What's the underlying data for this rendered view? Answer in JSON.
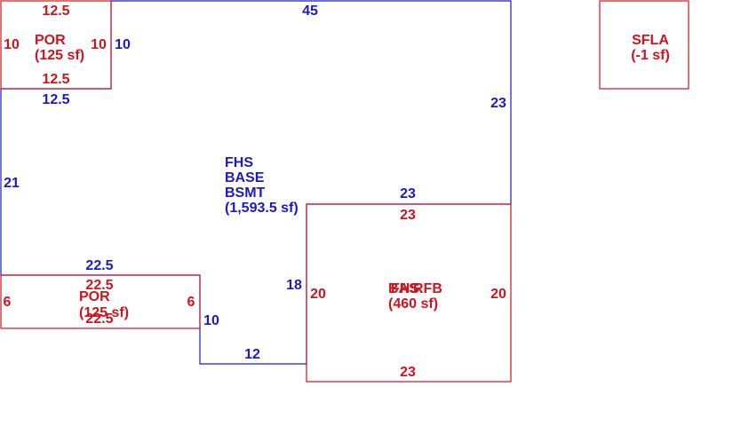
{
  "colors": {
    "main_area": "#1a1ac8",
    "sub_area": "#d0141e"
  },
  "main_area": {
    "name_line1": "FHS",
    "name_line2": "BASE",
    "name_line3": "BSMT",
    "area": "(1,593.5 sf)",
    "dimensions": {
      "top": "45",
      "right_upper": "23",
      "step_top": "23",
      "step_left": "18",
      "bottom_right": "12",
      "step_down": "10",
      "lower_left_top": "22.5",
      "left": "21",
      "upper_left_bottom": "12.5",
      "upper_left_right": "10"
    }
  },
  "por_top": {
    "name": "POR",
    "area": "(125 sf)",
    "dimensions": {
      "top": "12.5",
      "bottom": "12.5",
      "left": "10",
      "right": "10"
    }
  },
  "por_bottom": {
    "name": "POR",
    "area": "(125 sf)",
    "dimensions": {
      "top": "22.5",
      "bottom": "22.5",
      "left": "6",
      "right": "6"
    }
  },
  "garage": {
    "name_a": "BAS",
    "name_b": "FHS",
    "name_c": "RFB",
    "area": "(460 sf)",
    "dimensions": {
      "top": "23",
      "bottom": "23",
      "left": "20",
      "right": "20"
    }
  },
  "sfla": {
    "name": "SFLA",
    "area": "(-1 sf)"
  }
}
